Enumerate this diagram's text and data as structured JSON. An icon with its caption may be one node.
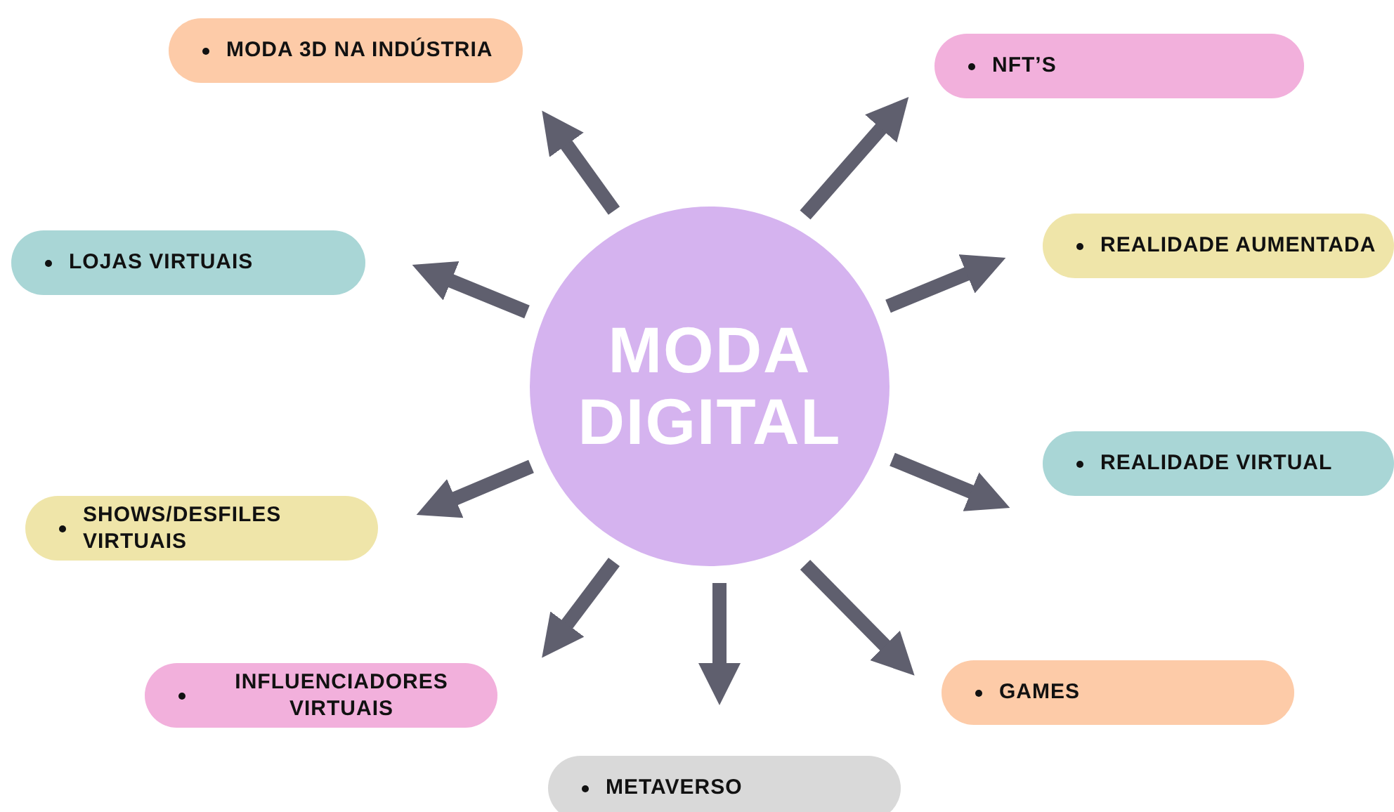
{
  "diagram": {
    "nodes": [
      {
        "text": [
          "MODA DIGITAL"
        ]
      },
      {
        "text": [
          "MODA 3D NA INDÚSTRIA"
        ]
      },
      {
        "text": [
          "NFT’S"
        ]
      },
      {
        "text": [
          "LOJAS VIRTUAIS"
        ]
      },
      {
        "text": [
          "REALIDADE AUMENTADA"
        ]
      },
      {
        "text": [
          "REALIDADE VIRTUAL"
        ]
      },
      {
        "text": [
          "SHOWS/DESFILES VIRTUAIS"
        ]
      },
      {
        "text": [
          "INFLUENCIADORES VIRTUAIS"
        ]
      },
      {
        "text": [
          "GAMES"
        ]
      },
      {
        "text": [
          "METAVERSO"
        ]
      }
    ],
    "edges": [
      {
        "from": 0,
        "to": 1,
        "arrow": "to"
      },
      {
        "from": 0,
        "to": 2,
        "arrow": "to"
      },
      {
        "from": 0,
        "to": 3,
        "arrow": "to"
      },
      {
        "from": 0,
        "to": 4,
        "arrow": "to"
      },
      {
        "from": 0,
        "to": 5,
        "arrow": "to"
      },
      {
        "from": 0,
        "to": 6,
        "arrow": "to"
      },
      {
        "from": 0,
        "to": 7,
        "arrow": "to"
      },
      {
        "from": 0,
        "to": 8,
        "arrow": "to"
      },
      {
        "from": 0,
        "to": 9,
        "arrow": "to"
      }
    ]
  }
}
